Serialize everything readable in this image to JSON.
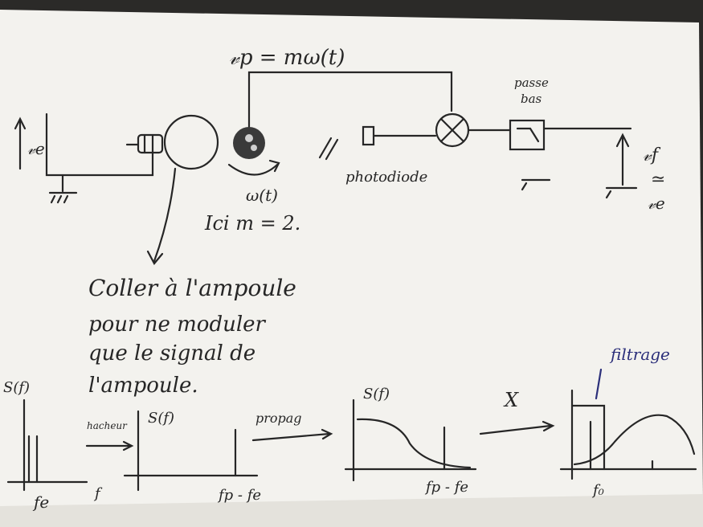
{
  "photo": {
    "subject": "handwritten-optics-sketch",
    "colors": {
      "paper": "#f3f2ee",
      "ink": "#262626",
      "blue_ink": "#2b2f7a",
      "table": "#2b2a28"
    }
  },
  "labels": {
    "vp_equation": "𝓋p = mω(t)",
    "ve": "𝓋e",
    "passe": "passe",
    "bas": "bas",
    "omega": "ω(t)",
    "photodiode": "photodiode",
    "vf": "𝓋f",
    "approx": "≃",
    "ve_bottom": "𝓋e",
    "ici_m": "Ici m = 2.",
    "note_line1": "Coller à l'ampoule",
    "note_line2": "pour ne moduler",
    "note_line3": "que le signal de",
    "note_line4": "l'ampoule.",
    "filtrage": "filtrage",
    "x_symbol": "X",
    "hacheur": "hacheur",
    "propag": "propag",
    "s_f": "S(f)",
    "fe": "fe",
    "f": "f",
    "fp_minus_fe": "fp - fe",
    "f0": "f₀"
  }
}
